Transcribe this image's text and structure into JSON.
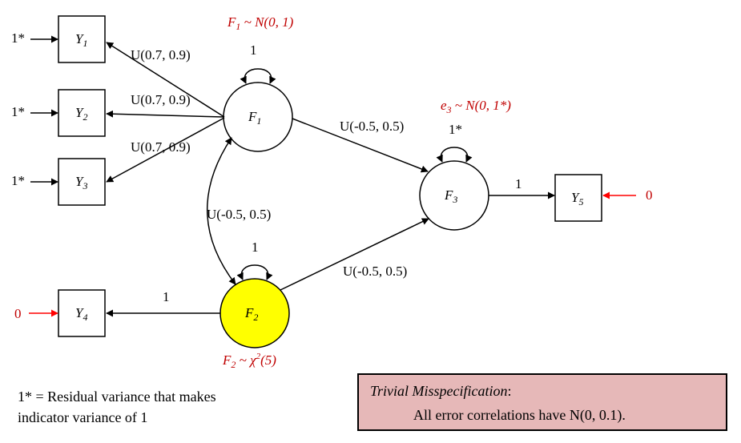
{
  "indicators": [
    {
      "id": "Y1",
      "sub": "1"
    },
    {
      "id": "Y2",
      "sub": "2"
    },
    {
      "id": "Y3",
      "sub": "3"
    },
    {
      "id": "Y4",
      "sub": "4"
    },
    {
      "id": "Y5",
      "sub": "5"
    }
  ],
  "factors": [
    {
      "id": "F1",
      "sub": "1",
      "fill": "#ffffff"
    },
    {
      "id": "F2",
      "sub": "2",
      "fill": "#ffff00"
    },
    {
      "id": "F3",
      "sub": "3",
      "fill": "#ffffff"
    }
  ],
  "residual_inputs": {
    "y1": "1*",
    "y2": "1*",
    "y3": "1*",
    "y4": "0",
    "y5": "0"
  },
  "loadings": {
    "f1_y1": "U(0.7, 0.9)",
    "f1_y2": "U(0.7, 0.9)",
    "f1_y3": "U(0.7, 0.9)",
    "f2_y4": "1",
    "f3_y5": "1"
  },
  "paths": {
    "f1_f3": "U(-0.5, 0.5)",
    "f2_f3": "U(-0.5, 0.5)",
    "f1_f2_cov": "U(-0.5, 0.5)"
  },
  "variances": {
    "f1": "1",
    "f2": "1",
    "f3": "1*"
  },
  "distributions": {
    "f1": {
      "lead": "F",
      "sub": "1",
      "rest": " ~ N(0, 1)"
    },
    "f2": {
      "lead": "F",
      "sub": "2",
      "rest": " ~ χ",
      "sup": "2",
      "tail": "(5)"
    },
    "e3": {
      "lead": "e",
      "sub": "3",
      "rest": " ~ N(0, 1*)"
    }
  },
  "note": {
    "line1": "1* = Residual variance that makes",
    "line2": "indicator variance of 1"
  },
  "misspecification": {
    "title": "Trivial Misspecification",
    "colon": ":",
    "body": "All error correlations have N(0, 0.1)."
  },
  "colors": {
    "red": "#c00000",
    "box_fill": "#e6b8b8",
    "f2_fill": "#ffff00"
  }
}
